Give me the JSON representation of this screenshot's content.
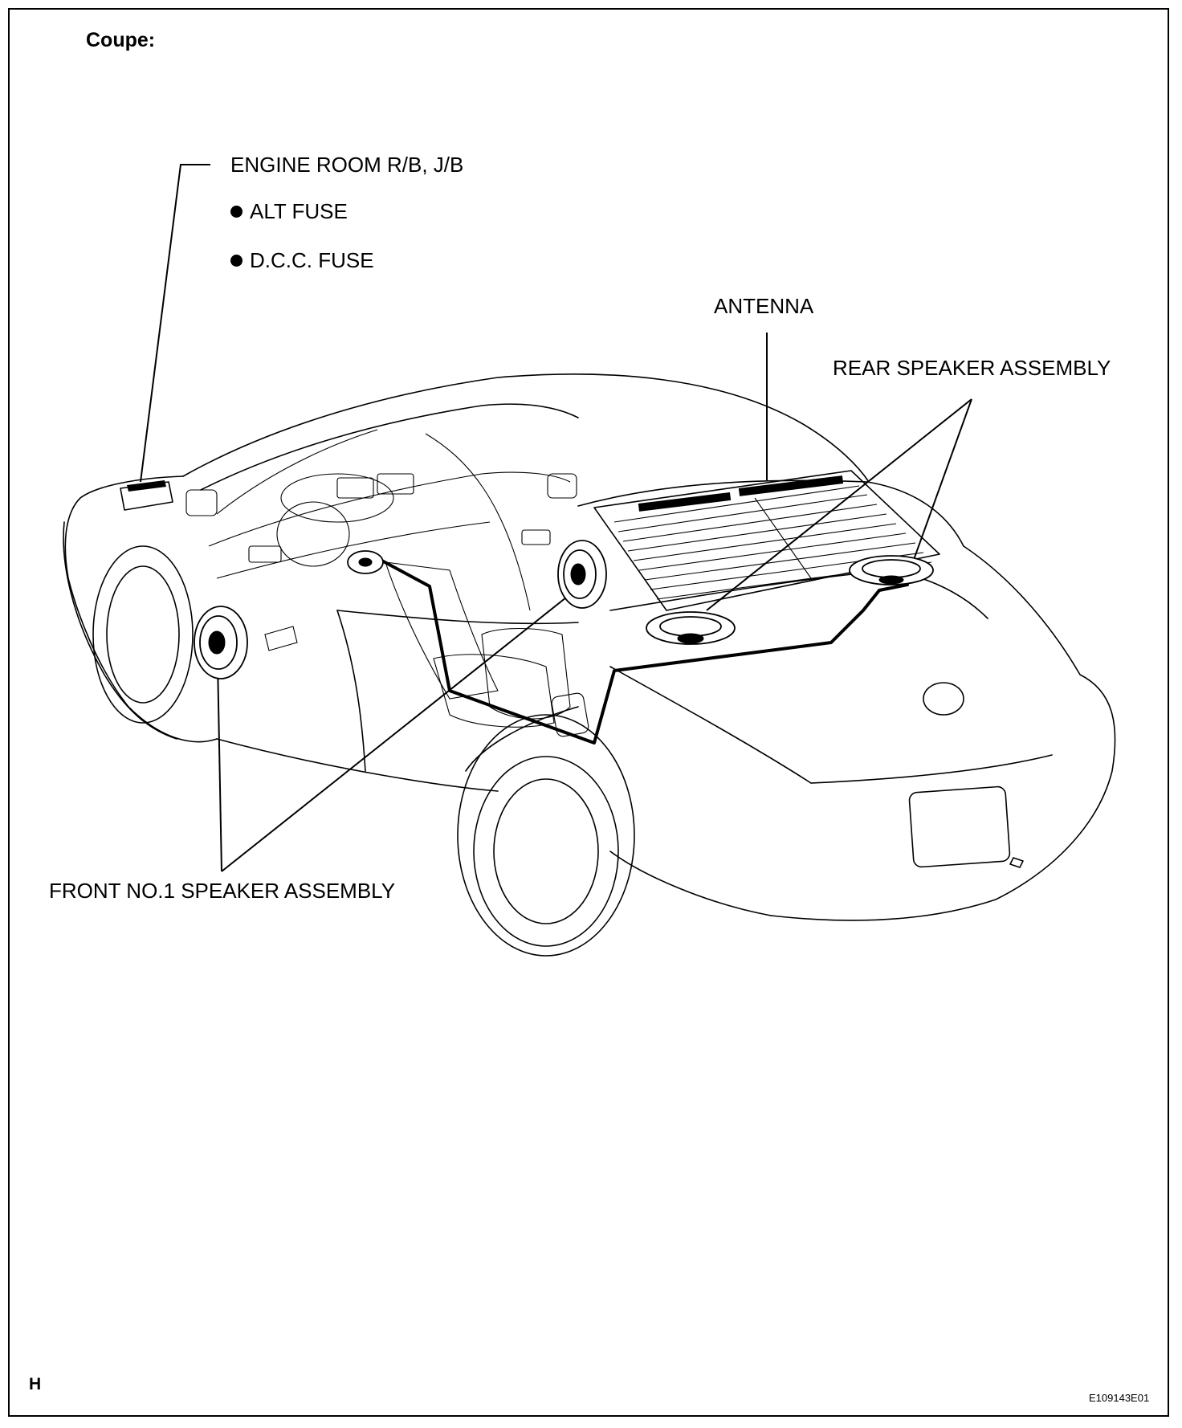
{
  "title": "Coupe:",
  "labels": {
    "engine_room": "ENGINE ROOM R/B, J/B",
    "alt_fuse": "ALT FUSE",
    "dcc_fuse": "D.C.C. FUSE",
    "antenna": "ANTENNA",
    "rear_speaker": "REAR SPEAKER ASSEMBLY",
    "front_speaker": "FRONT NO.1 SPEAKER ASSEMBLY"
  },
  "corner_mark": "H",
  "figure_code": "E109143E01",
  "icons": [
    "bullet-icon"
  ]
}
